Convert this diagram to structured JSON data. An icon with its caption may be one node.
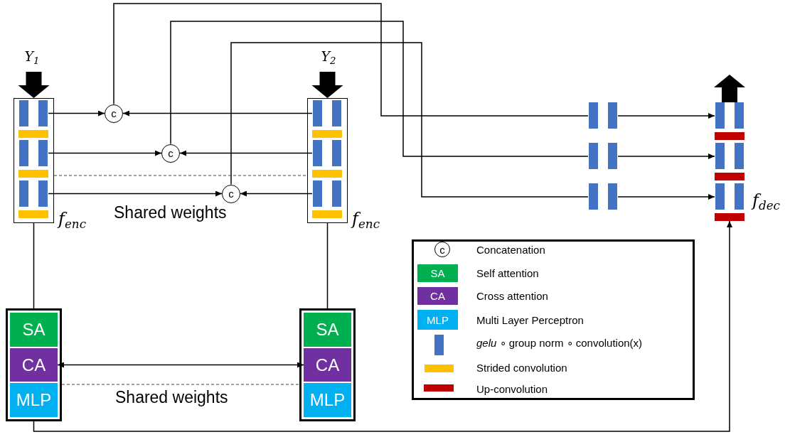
{
  "diagram": {
    "nodes": [
      {
        "text": [],
        "shape": "box",
        "beside": [
          "f$_{enc}$"
        ]
      },
      {
        "text": [],
        "shape": "bar",
        "in": 0
      },
      {
        "text": [],
        "shape": "bar",
        "in": 0
      },
      {
        "text": [],
        "shape": "bar",
        "in": 0
      },
      {
        "text": [],
        "shape": "box",
        "beside": [
          "f$_{enc}$"
        ]
      },
      {
        "text": [],
        "shape": "bar",
        "in": 4
      },
      {
        "text": [],
        "shape": "bar",
        "in": 4
      },
      {
        "text": [],
        "shape": "bar",
        "in": 4
      },
      {
        "text": [
          "c"
        ]
      },
      {
        "text": [
          "c"
        ]
      },
      {
        "text": [
          "c"
        ]
      },
      {
        "text": [],
        "shape": "bar"
      },
      {
        "text": [],
        "shape": "bar"
      },
      {
        "text": [],
        "shape": "bar"
      },
      {
        "text": [],
        "shape": "bar"
      },
      {
        "text": [],
        "shape": "bar"
      },
      {
        "text": [],
        "shape": "bar",
        "beside": [
          "f$_{dec}$"
        ]
      },
      {
        "text": [],
        "shape": "box"
      },
      {
        "text": [
          "SA"
        ],
        "in": 17
      },
      {
        "text": [
          "CA"
        ],
        "in": 17
      },
      {
        "text": [
          "MLP"
        ],
        "in": 17
      },
      {
        "text": [],
        "shape": "box"
      },
      {
        "text": [
          "SA"
        ],
        "in": 21
      },
      {
        "text": [
          "CA"
        ],
        "in": 21
      },
      {
        "text": [
          "MLP"
        ],
        "in": 21
      }
    ],
    "edges": [
      {
        "from": null,
        "to": 0,
        "arrow": "to",
        "style": "thick",
        "label": "Y$_{1}$"
      },
      {
        "from": null,
        "to": 4,
        "arrow": "to",
        "style": "thick",
        "label": "Y$_{2}$"
      },
      {
        "from": 1,
        "to": 8,
        "arrow": "to"
      },
      {
        "from": 5,
        "to": 8,
        "arrow": "to"
      },
      {
        "from": 2,
        "to": 9,
        "arrow": "to"
      },
      {
        "from": 6,
        "to": 9,
        "arrow": "to"
      },
      {
        "from": 3,
        "to": 10,
        "arrow": "to"
      },
      {
        "from": 7,
        "to": 10,
        "arrow": "to"
      },
      {
        "from": 8,
        "to": 11,
        "arrow": "none"
      },
      {
        "from": 9,
        "to": 12,
        "arrow": "none"
      },
      {
        "from": 10,
        "to": 13,
        "arrow": "none"
      },
      {
        "from": 11,
        "to": 14,
        "arrow": "to"
      },
      {
        "from": 12,
        "to": 15,
        "arrow": "to"
      },
      {
        "from": 13,
        "to": 16,
        "arrow": "to"
      },
      {
        "from": 0,
        "to": 4,
        "arrow": "none",
        "style": "dashed"
      },
      {
        "from": 0,
        "to": 17,
        "arrow": "none"
      },
      {
        "from": 4,
        "to": 21,
        "arrow": "none"
      },
      {
        "from": 19,
        "to": 23,
        "arrow": "both"
      },
      {
        "from": 17,
        "to": 21,
        "arrow": "none",
        "style": "dashed"
      },
      {
        "from": 17,
        "to": 16,
        "arrow": "to"
      },
      {
        "from": 14,
        "to": null,
        "arrow": "to",
        "style": "thick"
      }
    ],
    "labels": [
      "Shared weights",
      "Shared weights",
      "c",
      "SA",
      "CA",
      "MLP"
    ],
    "legend": [
      {
        "text": "Concatenation"
      },
      {
        "text": "Self attention",
        "color": "#00b050"
      },
      {
        "text": "Cross attention",
        "color": "#7030a0"
      },
      {
        "text": "Multi Layer Perceptron",
        "color": "#00b0f0"
      },
      {
        "text": "*gelu* ∘ group norm ∘ convolution(x)",
        "color": "#4472c4"
      },
      {
        "text": "Strided convolution",
        "color": "#ffc000"
      },
      {
        "text": "Up-convolution",
        "color": "#c00000"
      }
    ]
  }
}
